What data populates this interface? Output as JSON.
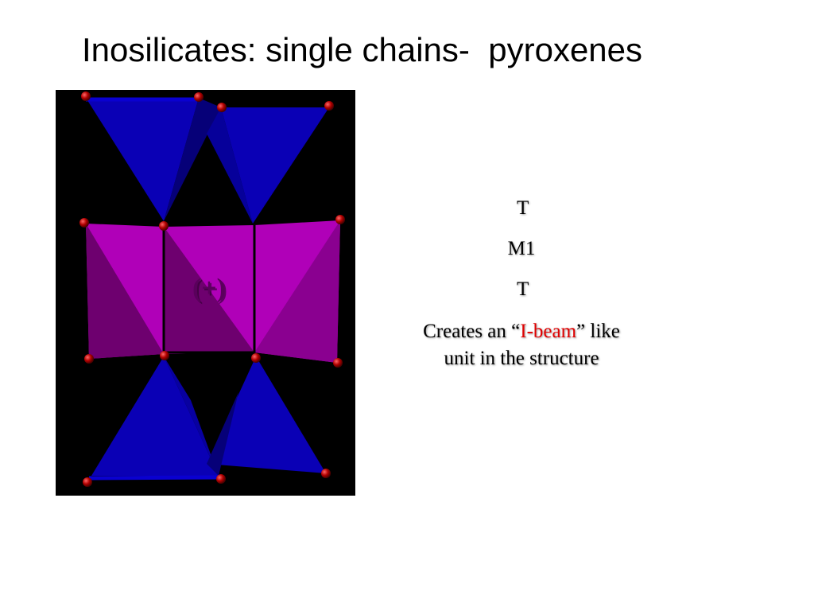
{
  "slide": {
    "title": "Inosilicates: single chains-  pyroxenes"
  },
  "figure": {
    "center_label": "(+)",
    "colors": {
      "background": "#000000",
      "tetrahedron_blue": "#0a00b5",
      "tetrahedron_blue_dark": "#060078",
      "octahedron_magenta": "#b000b8",
      "octahedron_shadow": "#6e006f",
      "oxygen_atom": "#b20000"
    }
  },
  "legend": {
    "labels": [
      "T",
      "M1",
      "T"
    ]
  },
  "caption": {
    "prefix": "Creates an “",
    "highlight": "I-beam",
    "suffix": "” like unit in the structure",
    "highlight_color": "#e00000"
  }
}
